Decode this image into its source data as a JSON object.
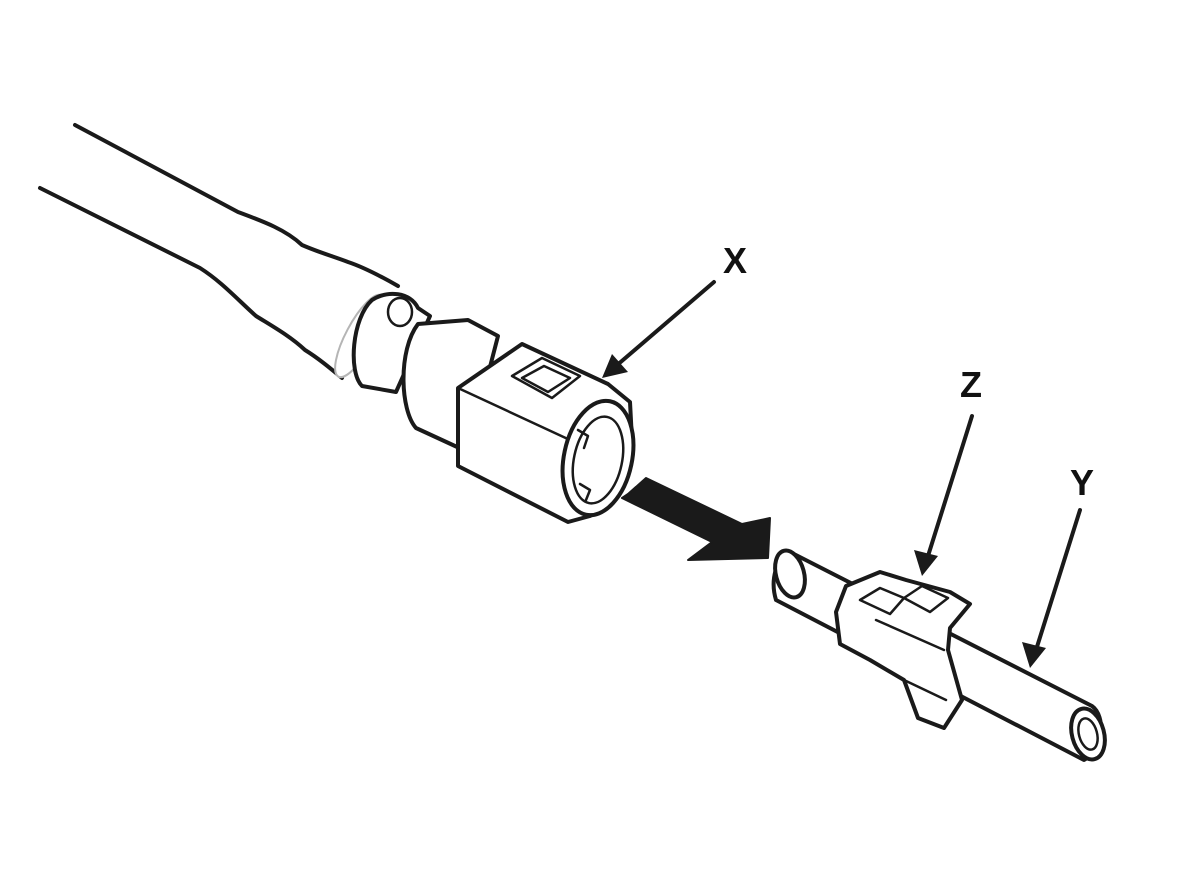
{
  "labels": {
    "x": "X",
    "y": "Y",
    "z": "Z"
  },
  "colors": {
    "ink": "#1a1a1a",
    "background": "#ffffff"
  }
}
